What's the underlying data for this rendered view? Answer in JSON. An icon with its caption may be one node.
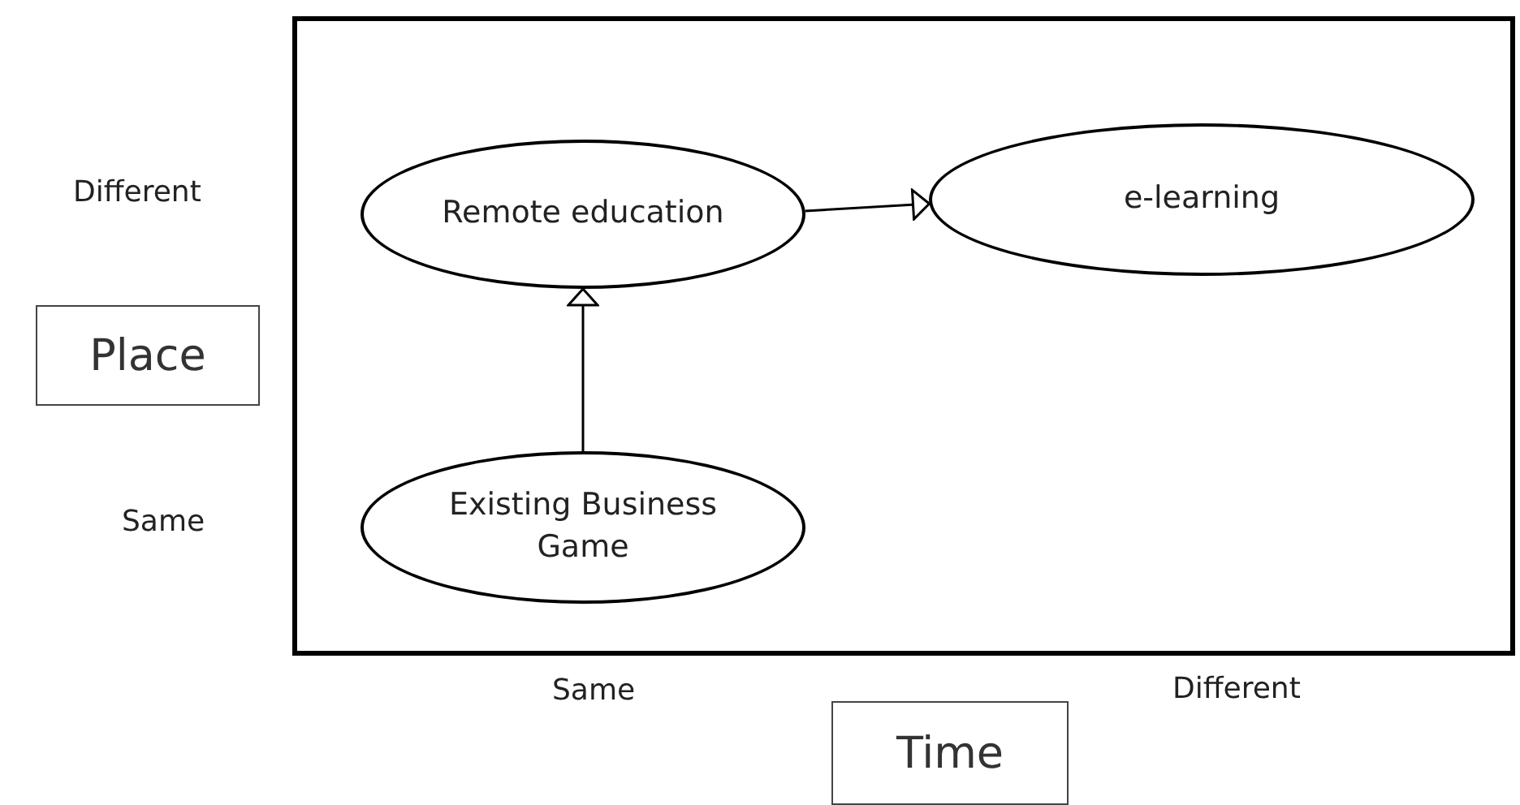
{
  "diagram": {
    "nodes": [
      {
        "text": [
          "Remote education"
        ]
      },
      {
        "text": [
          "e-learning"
        ]
      },
      {
        "text": [
          "Place"
        ]
      },
      {
        "text": [
          "Existing Business Game"
        ]
      },
      {
        "text": [
          "Time"
        ]
      }
    ],
    "edges": [
      {
        "from": 3,
        "to": 0,
        "arrow": "to"
      },
      {
        "from": 0,
        "to": 1,
        "arrow": "to"
      }
    ],
    "labels": [
      "Different",
      "Same",
      "Same",
      "Different"
    ]
  }
}
